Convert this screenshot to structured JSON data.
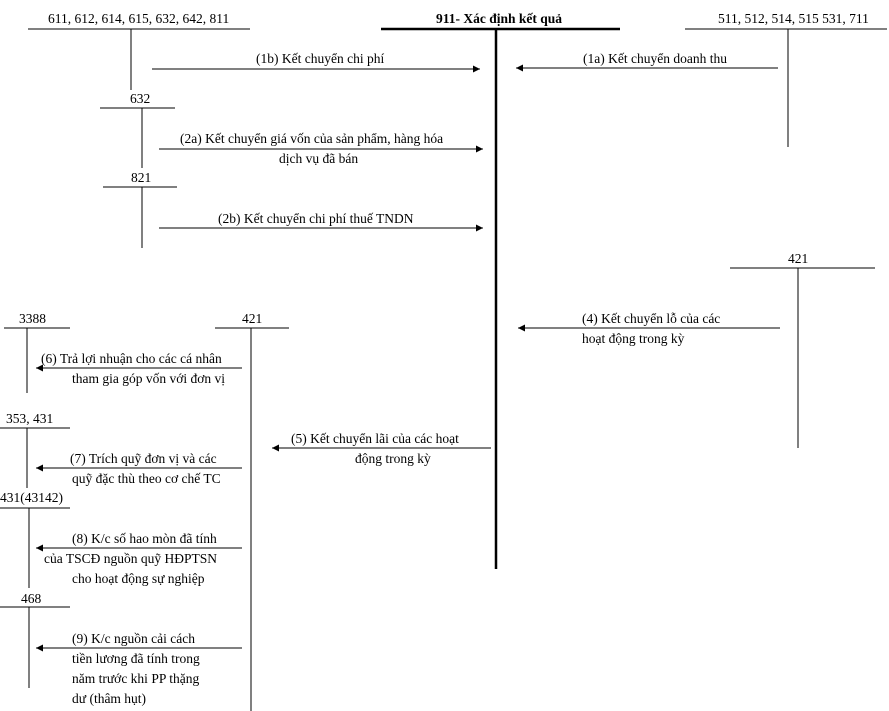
{
  "accounts": {
    "a911": "911- Xác định kết quả",
    "expenses": "611, 612, 614, 615, 632, 642, 811",
    "revenues": "511, 512, 514, 515 531, 711",
    "a632": "632",
    "a821": "821",
    "a421_right": "421",
    "a3388": "3388",
    "a421_left": "421",
    "a353_431": "353, 431",
    "a431_43142": "431(43142)",
    "a468": "468"
  },
  "entries": {
    "e1b": "(1b) Kết chuyển chi phí",
    "e1a": "(1a) Kết chuyển doanh thu",
    "e2a_1": "(2a) Kết chuyển giá vốn của sản phẩm, hàng hóa",
    "e2a_2": "dịch vụ đã bán",
    "e2b": "(2b) Kết chuyển chi phí thuế TNDN",
    "e4_1": "(4) Kết chuyển lỗ của các",
    "e4_2": "hoạt động trong kỳ",
    "e5_1": "(5) Kết chuyển lãi của các hoạt",
    "e5_2": "động trong kỳ",
    "e6_1": "(6) Trả lợi nhuận cho các cá nhân",
    "e6_2": "tham gia góp vốn với đơn vị",
    "e7_1": "(7) Trích quỹ đơn vị và các",
    "e7_2": "quỹ đặc thù theo cơ chế TC",
    "e8_1": "(8) K/c số hao mòn đã tính",
    "e8_2": "của TSCĐ nguồn quỹ HĐPTSN",
    "e8_3": "cho hoạt động sự nghiệp",
    "e9_1": "(9) K/c nguồn cải cách",
    "e9_2": "tiền lương đã tính trong",
    "e9_3": "năm trước khi PP thặng",
    "e9_4": "dư (thâm hụt)"
  }
}
